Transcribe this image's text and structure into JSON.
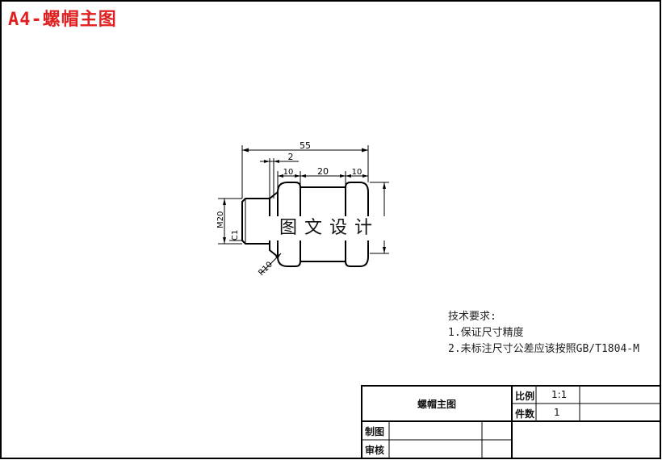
{
  "title": "A4-螺帽主图",
  "watermark": "图文设计",
  "drawing": {
    "dims": {
      "overall": "55",
      "chamfer_w": "2",
      "left_w": "10",
      "mid_w": "20",
      "right_w": "10",
      "thread": "M20",
      "chamfer": "C1",
      "radius": "R10"
    }
  },
  "tech_notes": {
    "heading": "技术要求:",
    "items": [
      "1.保证尺寸精度",
      "2.未标注尺寸公差应该按照GB/T1804-M"
    ]
  },
  "title_block": {
    "part_name": "螺帽主图",
    "scale_label": "比例",
    "scale_value": "1:1",
    "qty_label": "件数",
    "qty_value": "1",
    "drawn_label": "制图",
    "checked_label": "审核"
  }
}
